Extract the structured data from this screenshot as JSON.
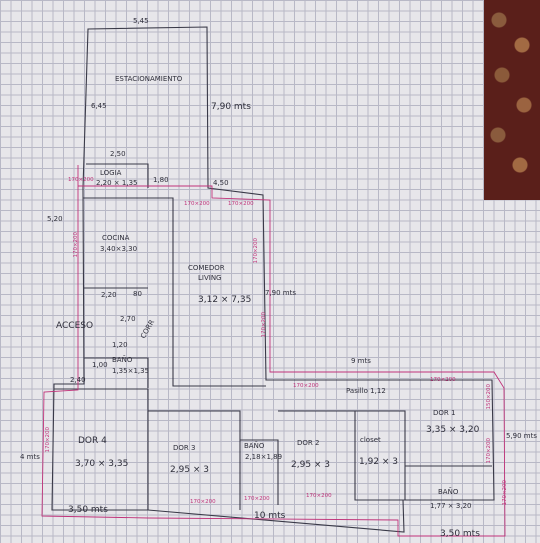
{
  "labels": {
    "estacionamiento": "ESTACIONAMIENTO",
    "top_width": "5,45",
    "left_height": "6,45",
    "right_height": "7,90 mts",
    "logia_width": "2,50",
    "logia": "LOGIA",
    "logia_size": "2,20 × 1,35",
    "mid_180": "1,80",
    "mid_450": "4,50",
    "left_520": "5,20",
    "cocina": "COCINA",
    "cocina_size": "3,40×3,30",
    "comedor": "COMEDOR",
    "living": "LIVING",
    "comedor_size": "3,12 × 7,35",
    "right_790": "7,90 mts",
    "w_220": "2,20",
    "w_80": "80",
    "acceso": "ACCESO",
    "v_270": "2,70",
    "corr": "CORR",
    "v_120": "1,20",
    "v_100": "1,00",
    "bano1": "BAÑO",
    "bano1_size": "1,35×1,35",
    "w_240": "2,40",
    "right_9": "9 mts",
    "pasillo": "Pasillo 1,12",
    "dor4": "DOR 4",
    "dor4_size": "3,70 × 3,35",
    "dor3": "DOR 3",
    "dor3_size": "2,95 × 3",
    "bano2": "BAÑO",
    "bano2_size": "2,18×1,89",
    "dor2": "DOR 2",
    "dor2_size": "2,95 × 3",
    "closet": "closet",
    "closet_size": "1,92 × 3",
    "dor1": "DOR 1",
    "dor1_size": "3,35 × 3,20",
    "right_590": "5,90 mts",
    "bano3": "BAÑO",
    "bano3_size": "1,77 × 3,20",
    "left_4": "4 mts",
    "bottom_350_left": "3,50 mts",
    "bottom_10": "10 mts",
    "bottom_350_right": "3,50 mts"
  },
  "marks": {
    "m1": "170×200",
    "m2": "170×200",
    "m3": "170×200",
    "m4": "170×200",
    "m5": "170×200",
    "m6": "170×200",
    "m7": "170×200",
    "m8": "170×200",
    "m9": "170×200",
    "m10": "170×200",
    "m11": "170×200",
    "m12": "170×200",
    "m13": "150×200",
    "m14": "170×200",
    "m15": "170×200"
  },
  "colors": {
    "ink": "#2e2e3a",
    "marker": "#c0337a"
  }
}
